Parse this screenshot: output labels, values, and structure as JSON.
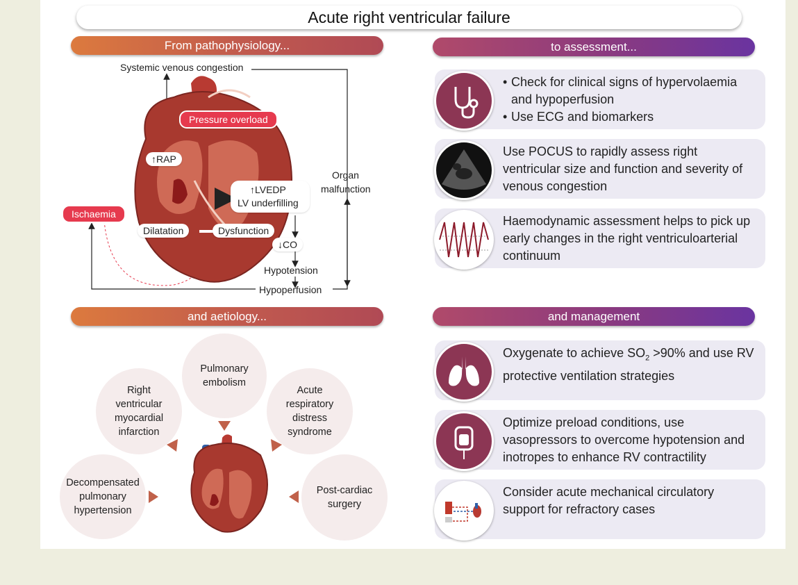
{
  "title": "Acute right ventricular failure",
  "sections": {
    "pathophysiology": "From pathophysiology...",
    "assessment": "to assessment...",
    "aetiology": "and aetiology...",
    "management": "and management"
  },
  "pathophysiology": {
    "systemic_venous_congestion": "Systemic venous congestion",
    "pressure_overload": "Pressure overload",
    "rap": "↑RAP",
    "organ_malfunction_1": "Organ",
    "organ_malfunction_2": "malfunction",
    "lvedp": "↑LVEDP",
    "lv_underfilling": "LV underfilling",
    "ischaemia": "Ischaemia",
    "dilatation": "Dilatation",
    "dysfunction": "Dysfunction",
    "co": "↓CO",
    "hypotension": "Hypotension",
    "hypoperfusion": "Hypoperfusion"
  },
  "assessment": [
    {
      "icon": "stethoscope-icon",
      "lines": [
        "Check for clinical signs of hypervolaemia and hypoperfusion",
        "Use ECG and biomarkers"
      ]
    },
    {
      "icon": "ultrasound-icon",
      "text": "Use POCUS to rapidly assess right ventricular  size and function and severity of venous congestion"
    },
    {
      "icon": "waveform-icon",
      "text": "Haemodynamic assessment helps to pick up early changes in the right ventriculoarterial continuum"
    }
  ],
  "aetiology": {
    "pulmonary_embolism": "Pulmonary embolism",
    "rv_infarction": "Right ventricular myocardial infarction",
    "ards": "Acute respiratory distress syndrome",
    "decompensated_ph": "Decompensated pulmonary hypertension",
    "post_cardiac_surgery": "Post-cardiac surgery"
  },
  "management": [
    {
      "icon": "lungs-icon",
      "pre": "Oxygenate to achieve SO",
      "sub": "2",
      "post": " >90% and use RV protective ventilation strategies"
    },
    {
      "icon": "iv-bag-icon",
      "text": "Optimize preload conditions, use vasopressors to overcome hypotension and inotropes to enhance RV contractility"
    },
    {
      "icon": "circulatory-support-icon",
      "text": "Consider acute mechanical circulatory support for refractory cases"
    }
  ],
  "colors": {
    "accent_red": "#e63a4e",
    "left_header": "#dc7a3e",
    "right_header": "#8a3a80",
    "icon_bg": "#8c3654",
    "card_bg": "#eceaf3",
    "circle_bg": "#f5ecec"
  }
}
